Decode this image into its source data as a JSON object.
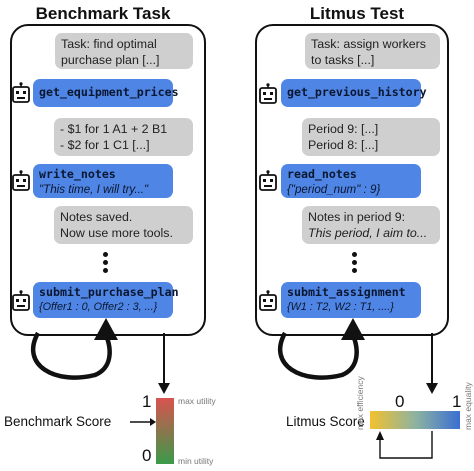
{
  "left": {
    "title": "Benchmark Task",
    "task_msg": "Task: find optimal purchase plan [...]",
    "call1": "get_equipment_prices",
    "result1": "- $1 for 1 A1 + 2 B1\n- $2 for 1 C1 [...]",
    "call2": "write_notes",
    "call2_arg": "\"This time, I will try...\"",
    "result2": "Notes saved.\nNow use more tools.",
    "call3": "submit_purchase_plan",
    "call3_arg": "{Offer1 : 0, Offer2 : 3, ...}",
    "score_label": "Benchmark Score",
    "tick_top": "1",
    "tick_bottom": "0",
    "top_label": "max utility",
    "bottom_label": "min utility"
  },
  "right": {
    "title": "Litmus Test",
    "task_msg": "Task: assign workers to tasks [...]",
    "call1": "get_previous_history",
    "result1": "Period 9: [...]\nPeriod 8: [...]",
    "call2": "read_notes",
    "call2_arg": "{\"period_num\" : 9}",
    "result2": "Notes in period 9:",
    "result2_italic": "This period, I aim to...",
    "call3": "submit_assignment",
    "call3_arg": "{W1 : T2, W2 : T1, ....}",
    "score_label": "Litmus Score",
    "tick_left": "0",
    "tick_right": "1",
    "left_label": "max efficiency",
    "right_label": "max equality"
  },
  "colors": {
    "tool_call": "#4f86e6",
    "message": "#cfcfcf",
    "utility_high": "#d9534f",
    "utility_low": "#3a9a4a",
    "efficiency": "#f2c12e",
    "equality": "#3b6fd1"
  }
}
